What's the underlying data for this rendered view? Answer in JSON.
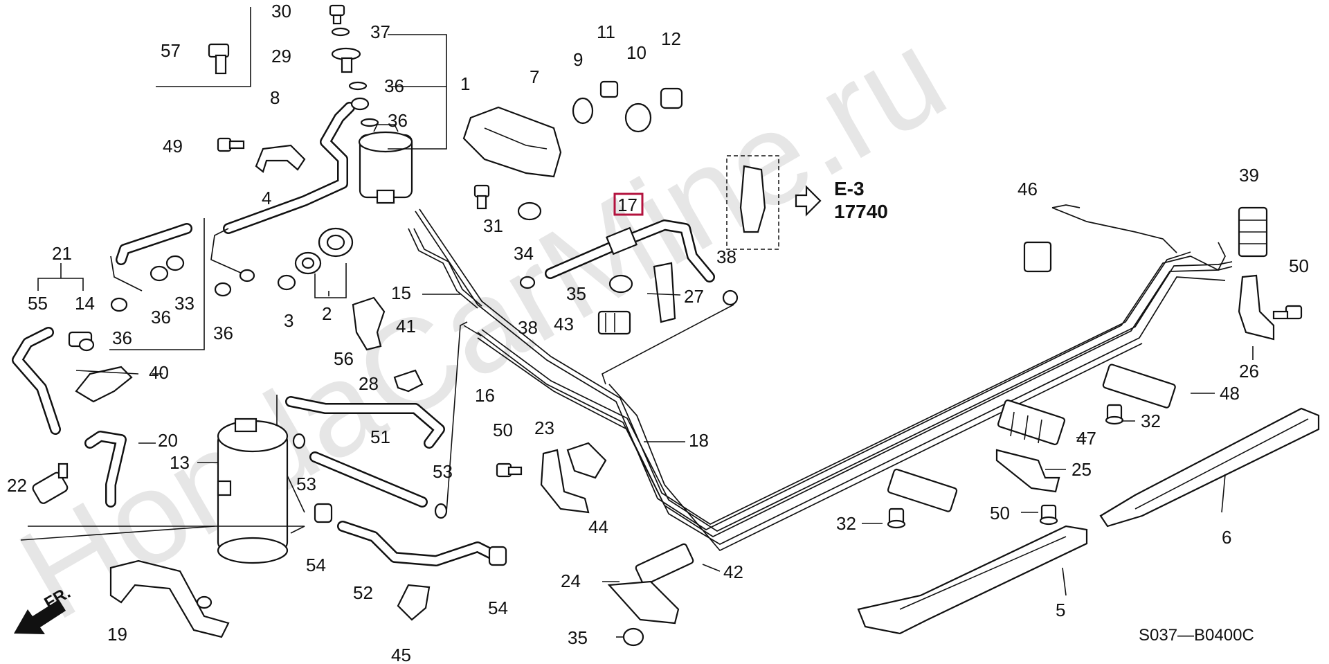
{
  "watermark": "HondaCarMine.ru",
  "highlight_part": "17",
  "reference": {
    "line1": "E-3",
    "line2": "17740"
  },
  "diagram_code": "S037—B0400C",
  "front_label": "FR.",
  "colors": {
    "highlight": "#b3123e",
    "ink": "#111111",
    "watermark": "#e6e6e6"
  },
  "parts": {
    "p1": "1",
    "p2": "2",
    "p3": "3",
    "p4": "4",
    "p5": "5",
    "p6": "6",
    "p7": "7",
    "p8": "8",
    "p9": "9",
    "p10": "10",
    "p11": "11",
    "p12": "12",
    "p13": "13",
    "p14": "14",
    "p15": "15",
    "p16": "16",
    "p17": "17",
    "p18": "18",
    "p19": "19",
    "p20": "20",
    "p21": "21",
    "p22": "22",
    "p23": "23",
    "p24": "24",
    "p25": "25",
    "p26": "26",
    "p27": "27",
    "p28": "28",
    "p29": "29",
    "p30": "30",
    "p31": "31",
    "p32": "32",
    "p33": "33",
    "p34": "34",
    "p35": "35",
    "p36": "36",
    "p37": "37",
    "p38": "38",
    "p39": "39",
    "p40": "40",
    "p41": "41",
    "p42": "42",
    "p43": "43",
    "p44": "44",
    "p45": "45",
    "p46": "46",
    "p47": "47",
    "p48": "48",
    "p49": "49",
    "p50": "50",
    "p51": "51",
    "p52": "52",
    "p53": "53",
    "p54": "54",
    "p55": "55",
    "p56": "56",
    "p57": "57"
  }
}
